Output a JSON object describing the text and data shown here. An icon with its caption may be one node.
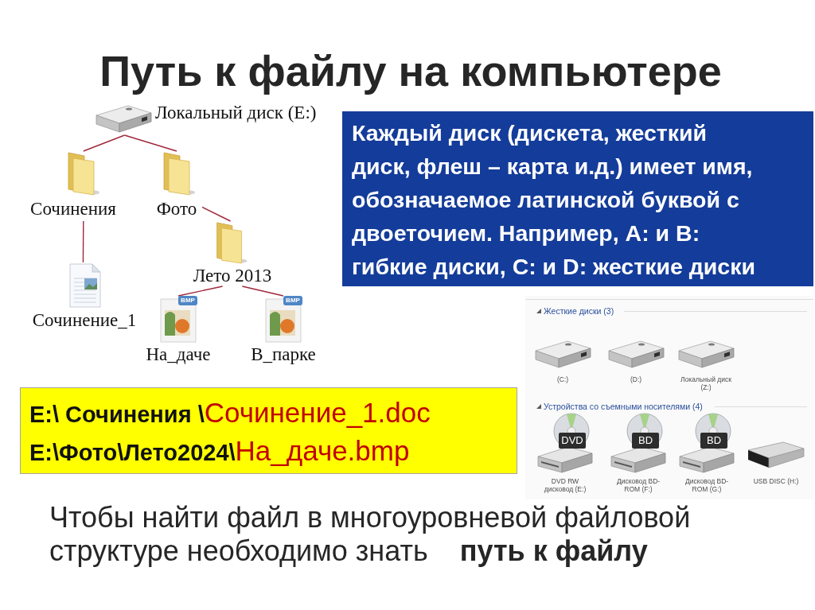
{
  "diagram": {
    "title": "Путь к файлу на компьютере",
    "nodes": [
      {
        "text": [
          "Локальный диск (E:)"
        ]
      },
      {
        "text": [
          "Сочинения"
        ]
      },
      {
        "text": [
          "Фото"
        ]
      },
      {
        "text": [
          "Лето 2013"
        ]
      },
      {
        "text": [
          "Сочинение_1"
        ]
      },
      {
        "text": [
          "На_даче"
        ]
      },
      {
        "text": [
          "В_парке"
        ]
      },
      {
        "text": [
          "Каждый диск (дискета, жесткий диск, флеш – карта и.д.) имеет имя, обозначаемое латинской буквой с двоеточием. Например, A: и B: гибкие диски, C: и D: жесткие диски"
        ]
      },
      {
        "text": [
          "**E:\\ Сочинения \\**Сочинение_1.doc",
          "**E:\\Фото\\Лето2024\\**На_даче.bmp"
        ]
      }
    ],
    "edges": [
      {
        "from": 0,
        "to": 1,
        "arrow": "none"
      },
      {
        "from": 0,
        "to": 2,
        "arrow": "none"
      },
      {
        "from": 1,
        "to": 4,
        "arrow": "none"
      },
      {
        "from": 2,
        "to": 3,
        "arrow": "none"
      },
      {
        "from": 3,
        "to": 5,
        "arrow": "none"
      },
      {
        "from": 3,
        "to": 6,
        "arrow": "none"
      }
    ],
    "labels": [
      "BMP",
      "BMP",
      "Жесткие диски (3)",
      "(C:)",
      "(D:)",
      "Локальный диск (Z:)",
      "Устройства со съемными носителями (4)",
      "DVD",
      "BD",
      "BD",
      "DVD RW дисковод (E:)",
      "Дисковод BD-ROM (F:)",
      "Дисковод BD-ROM (G:)",
      "USB DISC (H:)",
      "Чтобы найти файл в многоуровневой файловой структуре необходимо знать **путь к файлу**"
    ]
  }
}
